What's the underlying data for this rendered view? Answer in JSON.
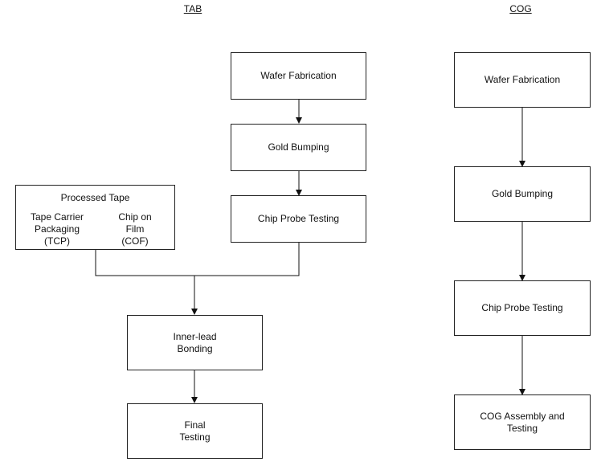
{
  "headers": {
    "tab": "TAB",
    "cog": "COG"
  },
  "tab_flow": {
    "wafer_fabrication": "Wafer Fabrication",
    "gold_bumping": "Gold Bumping",
    "chip_probe_testing": "Chip Probe Testing",
    "processed_tape": {
      "title": "Processed Tape",
      "tcp": [
        "Tape Carrier",
        "Packaging",
        "(TCP)"
      ],
      "cof": [
        "Chip on",
        "Film",
        "(COF)"
      ]
    },
    "inner_lead_bonding": [
      "Inner-lead",
      "Bonding"
    ],
    "final_testing": [
      "Final",
      "Testing"
    ]
  },
  "cog_flow": {
    "wafer_fabrication": "Wafer Fabrication",
    "gold_bumping": "Gold Bumping",
    "chip_probe_testing": "Chip Probe Testing",
    "cog_assembly": [
      "COG Assembly and",
      "Testing"
    ]
  }
}
